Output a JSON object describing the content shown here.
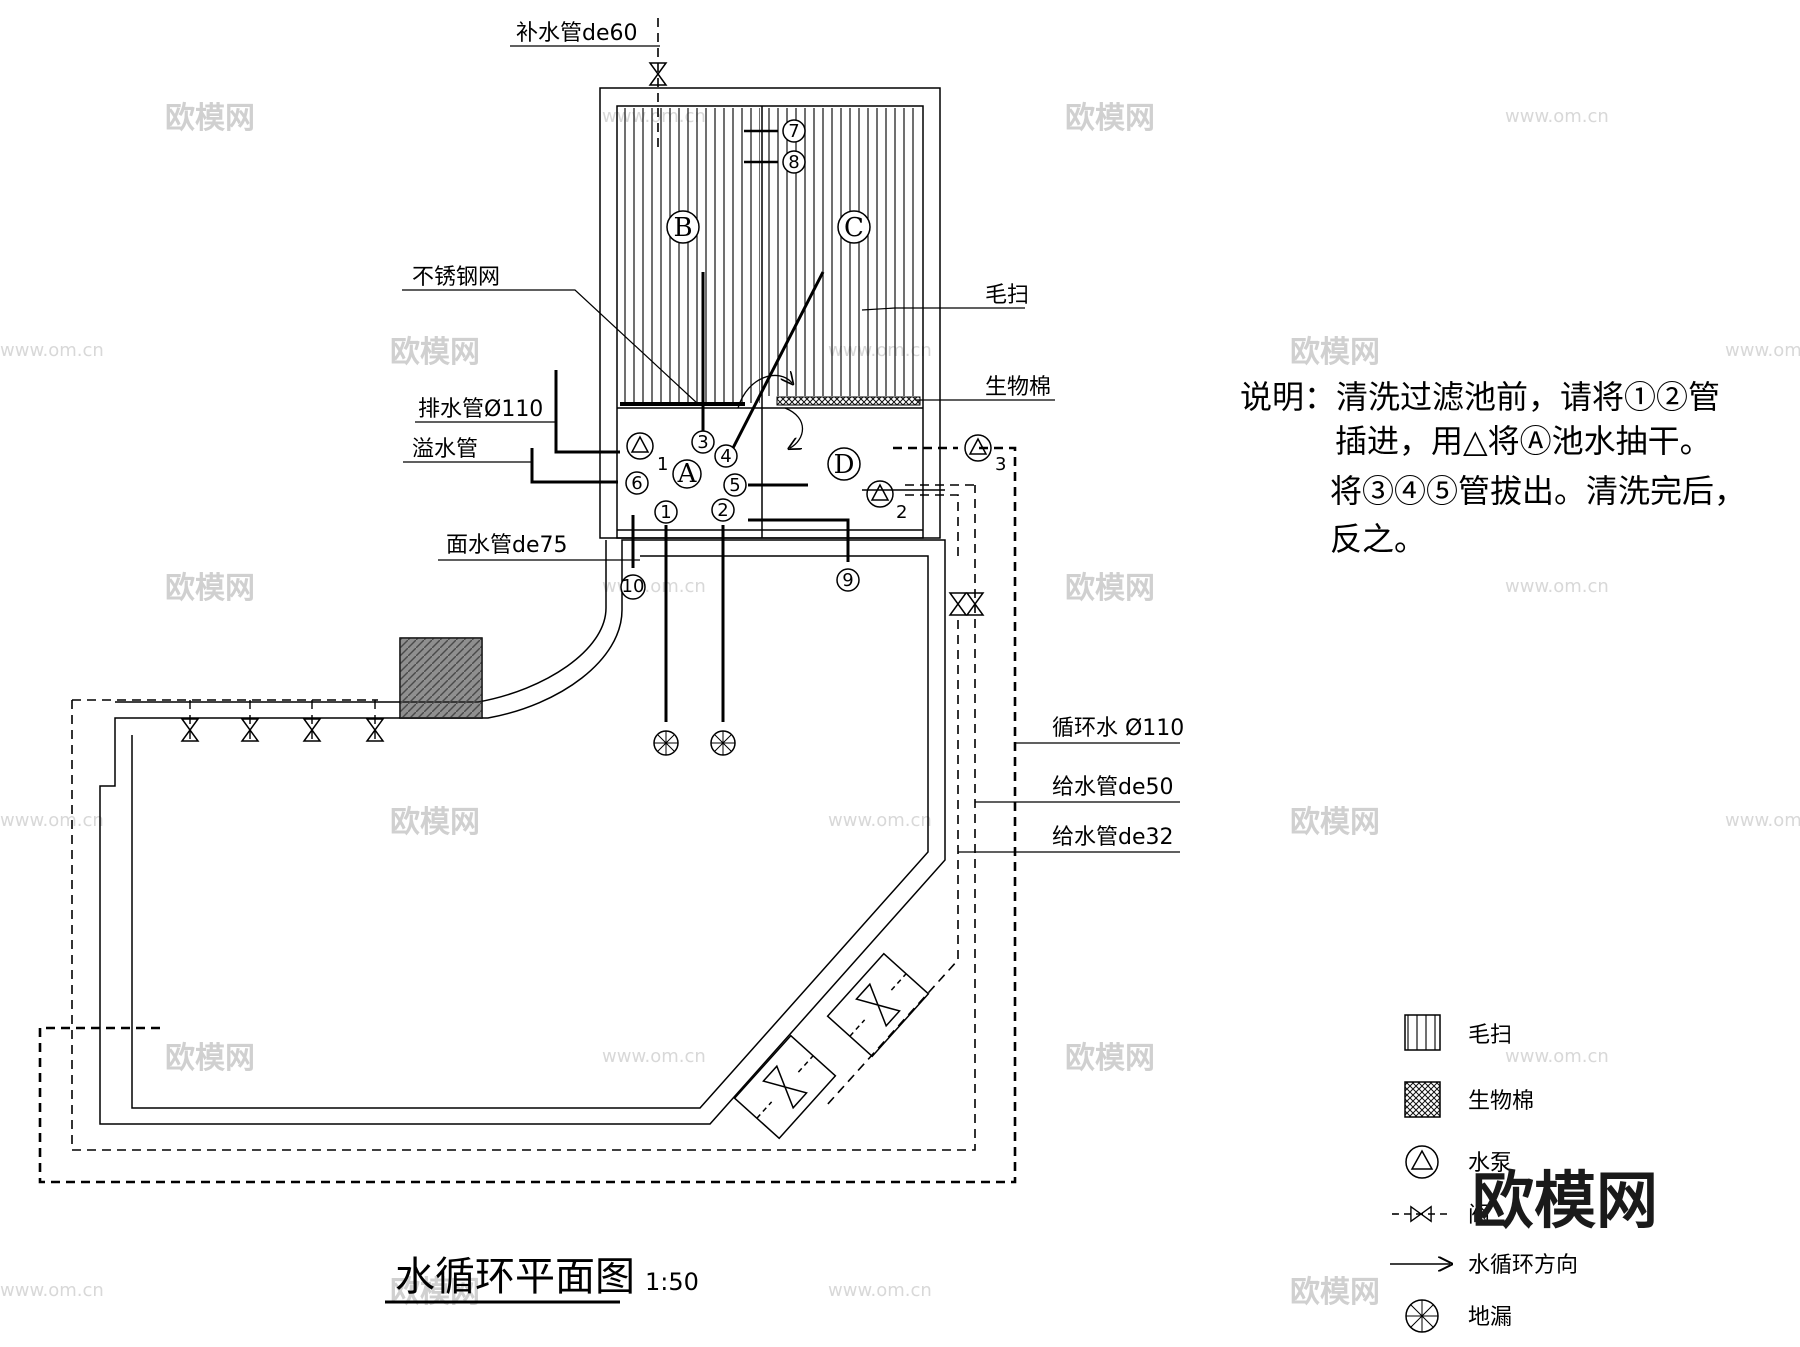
{
  "title": {
    "text": "水循环平面图",
    "scale": "1:50"
  },
  "labels": {
    "makeup": "补水管de60",
    "mesh": "不锈钢网",
    "brush": "毛扫",
    "biocotton": "生物棉",
    "drain": "排水管Ø110",
    "overflow": "溢水管",
    "surface": "面水管de75",
    "circulation": "循环水 Ø110",
    "supply50": "给水管de50",
    "supply32": "给水管de32"
  },
  "zones": {
    "a": "A",
    "b": "B",
    "c": "C",
    "d": "D"
  },
  "numbers": [
    "1",
    "2",
    "3",
    "4",
    "5",
    "6",
    "7",
    "8",
    "9",
    "10"
  ],
  "pump_tags": [
    "1",
    "2",
    "3"
  ],
  "note": {
    "line1": "说明：清洗过滤池前，请将①②管",
    "line2": "插进，用△将Ⓐ池水抽干。",
    "line3": "将③④⑤管拔出。清洗完后，",
    "line4": "反之。"
  },
  "legend": {
    "brush": "毛扫",
    "biocotton": "生物棉",
    "pump": "水泵",
    "valve": "阀",
    "flow": "水循环方向",
    "floor_drain": "地漏"
  },
  "watermark": {
    "brand": "欧模网",
    "url": "www.om.cn"
  }
}
